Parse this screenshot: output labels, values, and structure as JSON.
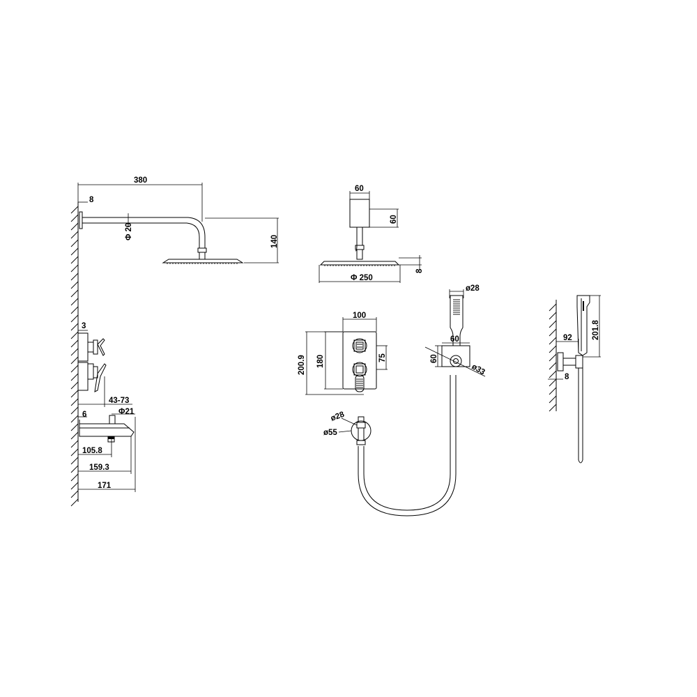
{
  "shower_arm": {
    "length": "380",
    "wall_plate": "8",
    "diameter": "Φ 20",
    "drop": "140"
  },
  "shower_head": {
    "width": "60",
    "height": "60",
    "thickness": "8",
    "diameter": "Φ 250"
  },
  "valve": {
    "plate_gap": "3",
    "projection": "43-73"
  },
  "spout": {
    "plate_gap": "6",
    "diameter": "Φ21",
    "dim_a": "105.8",
    "dim_b": "159.3",
    "dim_c": "171"
  },
  "mixer_plate": {
    "width": "100",
    "height_outer": "200.9",
    "height_inner": "180",
    "handle_spacing": "75"
  },
  "outlet": {
    "inner_diameter": "ø28",
    "outer_diameter": "ø55"
  },
  "handheld": {
    "diameter": "ø28",
    "holder_width": "60",
    "holder_height": "60",
    "holder_diameter": "ø33"
  },
  "side_view": {
    "projection": "92",
    "height": "201.8",
    "plate": "8"
  }
}
